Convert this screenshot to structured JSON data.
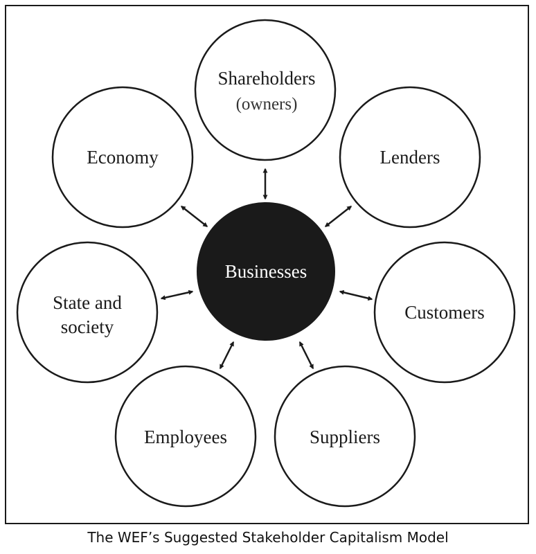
{
  "caption": "The WEF’s Suggested Stakeholder Capitalism Model",
  "colors": {
    "center_fill": "#1a1a1a",
    "outline": "#1a1a1a",
    "center_text": "#ffffff"
  },
  "center": {
    "label": "Businesses"
  },
  "stakeholders": {
    "shareholders": {
      "line1": "Shareholders",
      "line2": "(owners)"
    },
    "lenders": {
      "label": "Lenders"
    },
    "customers": {
      "label": "Customers"
    },
    "suppliers": {
      "label": "Suppliers"
    },
    "employees": {
      "label": "Employees"
    },
    "state": {
      "line1": "State and",
      "line2": "society"
    },
    "economy": {
      "label": "Economy"
    }
  }
}
